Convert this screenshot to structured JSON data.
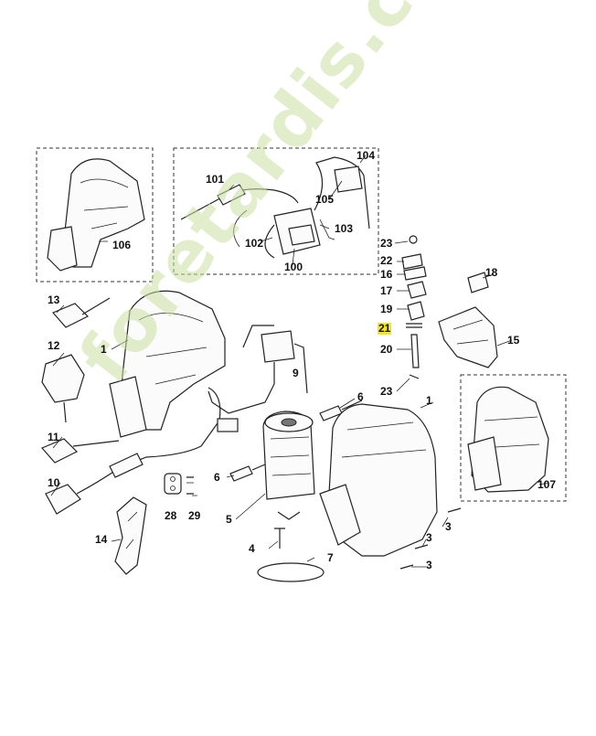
{
  "watermark": "foretardis.com",
  "highlight_color": "#f5e81a",
  "labels": {
    "l1a": "1",
    "l1b": "1",
    "l3a": "3",
    "l3b": "3",
    "l3c": "3",
    "l4": "4",
    "l5": "5",
    "l6a": "6",
    "l6b": "6",
    "l7": "7",
    "l9": "9",
    "l10": "10",
    "l11": "11",
    "l12": "12",
    "l13": "13",
    "l14": "14",
    "l15": "15",
    "l16": "16",
    "l17": "17",
    "l18": "18",
    "l19": "19",
    "l20": "20",
    "l21": "21",
    "l22": "22",
    "l23a": "23",
    "l23b": "23",
    "l28": "28",
    "l29": "29",
    "l100": "100",
    "l101": "101",
    "l102": "102",
    "l103": "103",
    "l104": "104",
    "l105": "105",
    "l106": "106",
    "l107": "107"
  }
}
